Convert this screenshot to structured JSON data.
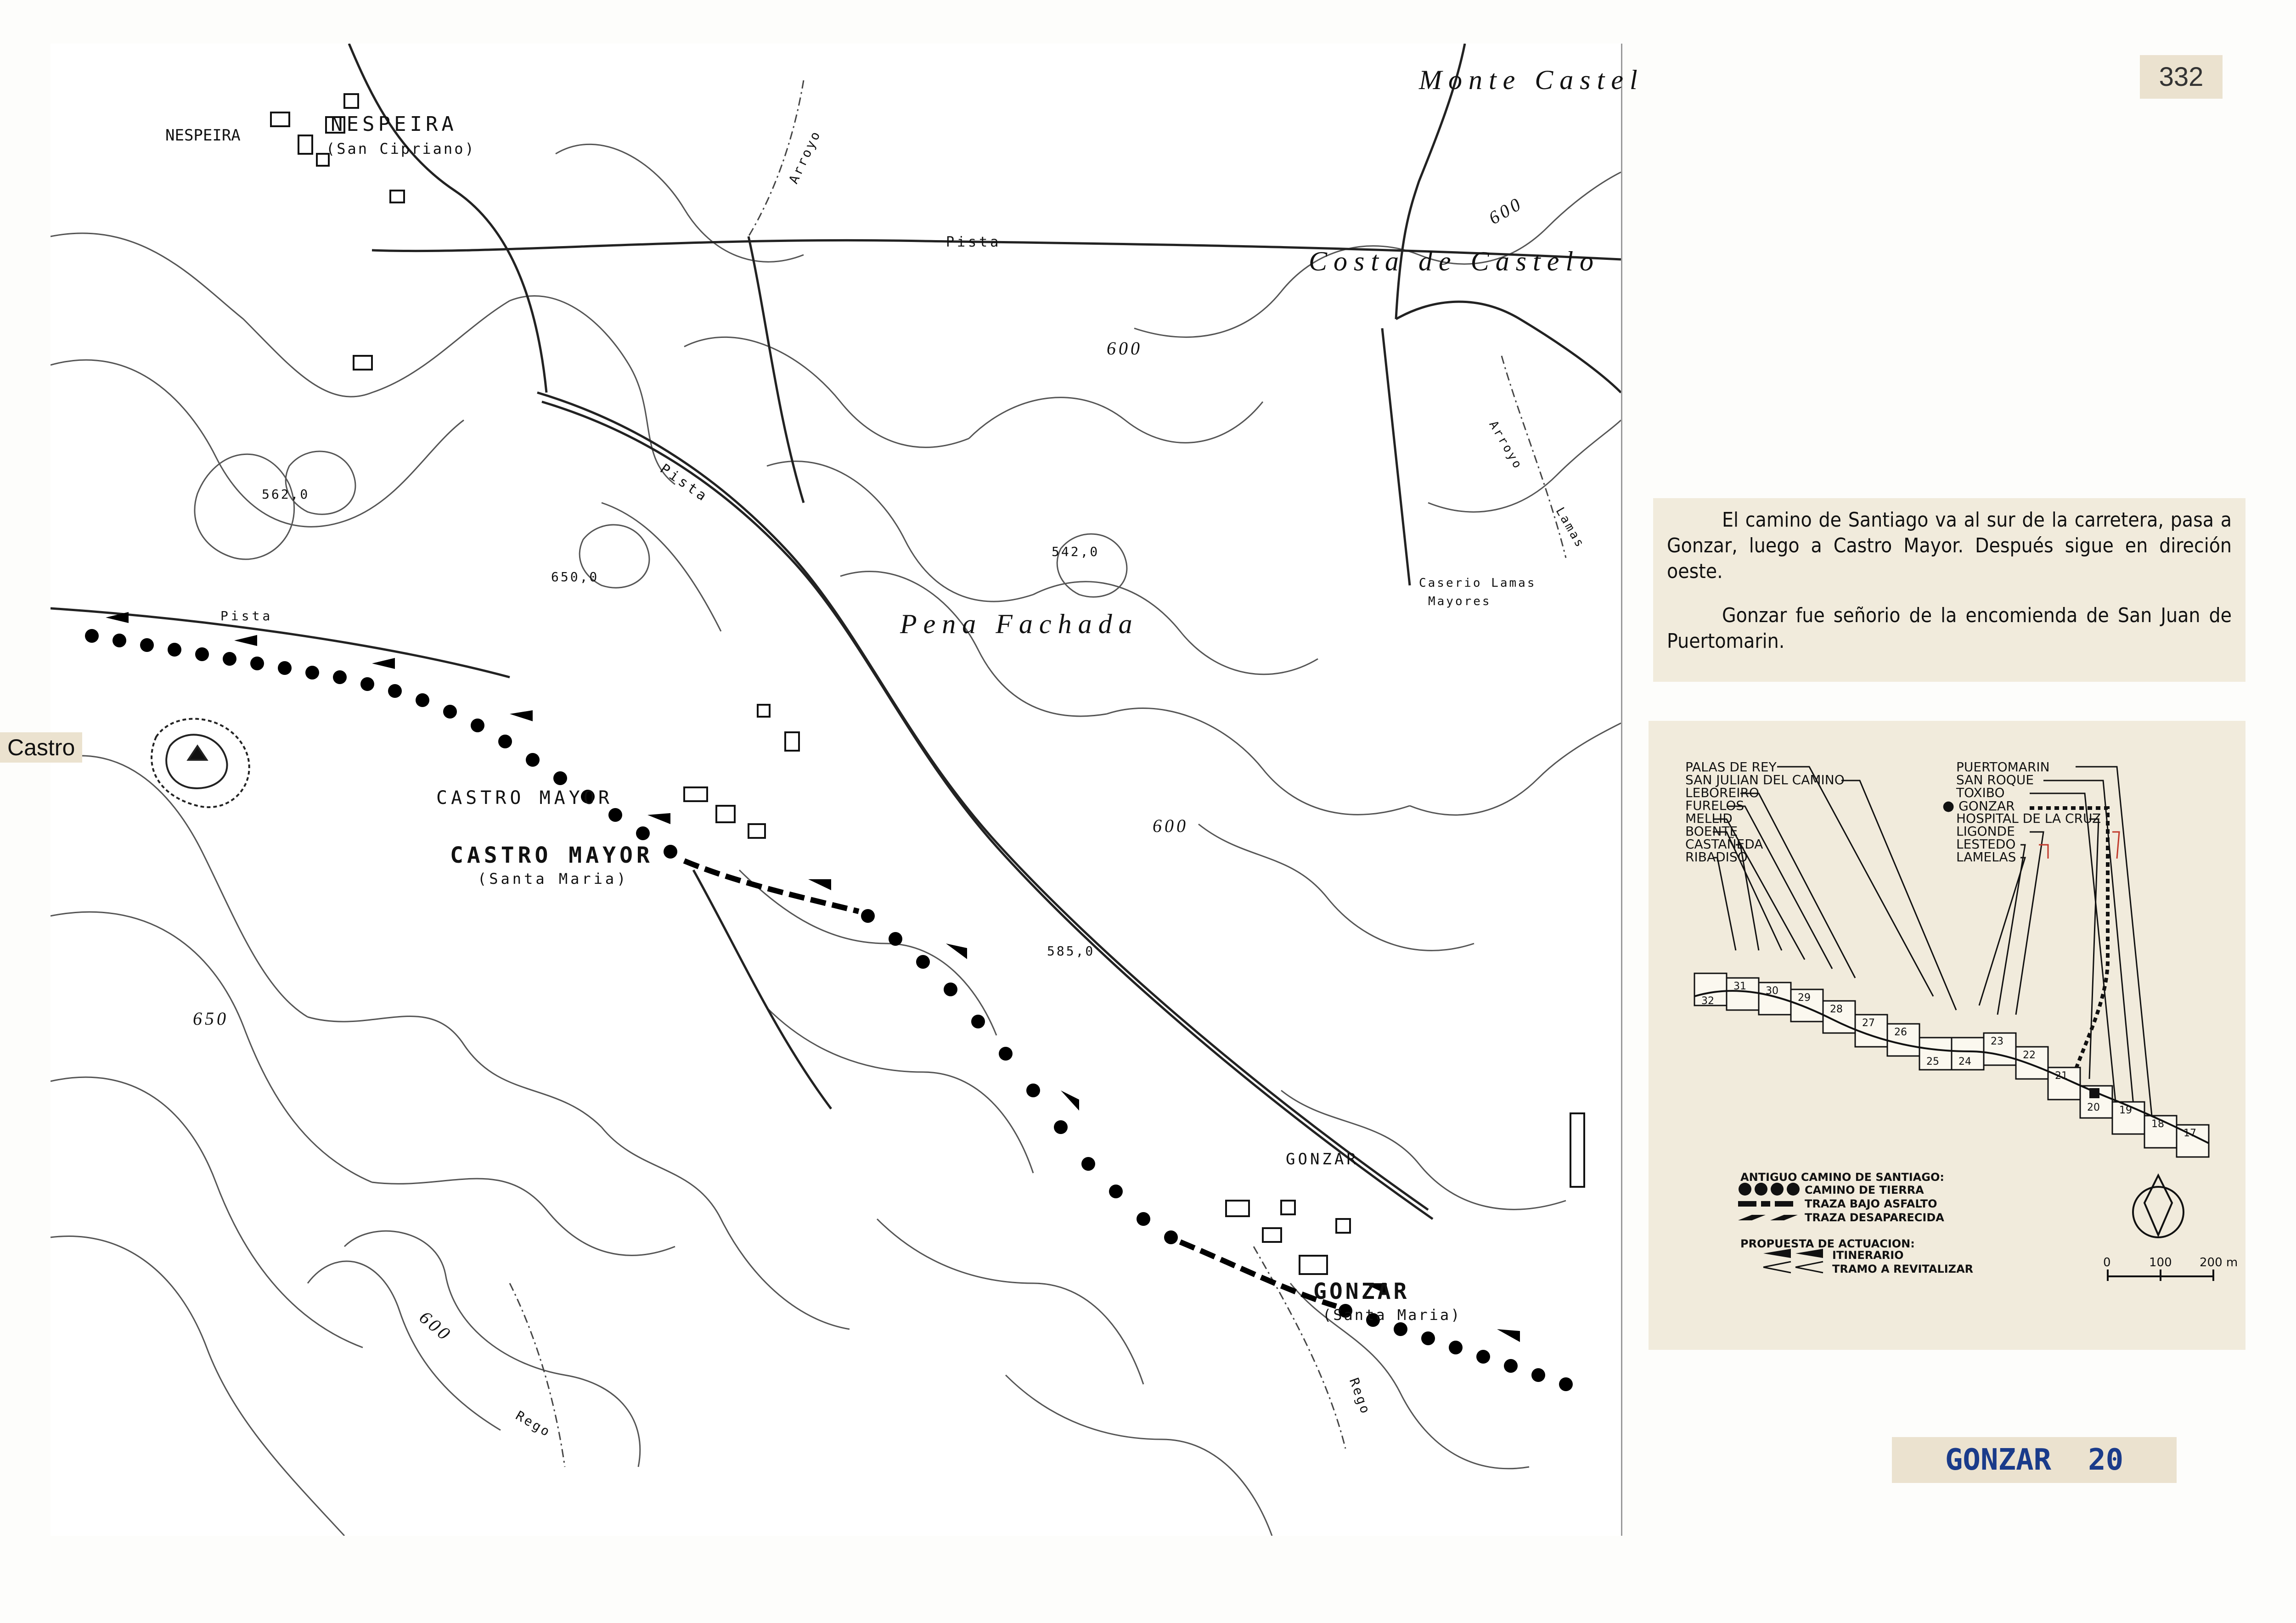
{
  "page_number": "332",
  "map": {
    "places": {
      "nespeira_small": "NESPEIRA",
      "nespeira": "NESPEIRA",
      "nespeira_parish": "(San Cipriano)",
      "monte_castel": "Monte Castel",
      "costa_de_castelo": "Costa de Castelo",
      "pena_fachada": "Pena Fachada",
      "castro": "Castro",
      "castro_mayor_small": "CASTRO MAYOR",
      "castro_mayor": "CASTRO MAYOR",
      "castro_mayor_parish": "(Santa Maria)",
      "gonzar_small": "GONZAR",
      "gonzar": "GONZAR",
      "gonzar_parish": "(Santa Maria)",
      "caserio": "Caserio Lamas",
      "mayores": "Mayores"
    },
    "features": {
      "pista_1": "Pista",
      "pista_2": "Pista",
      "pista_3": "Pista",
      "arroyo_1": "Arroyo",
      "arroyo_2": "Arroyo",
      "lamas": "Lamas",
      "rego_1": "Rego",
      "rego_2": "Rego"
    },
    "elevations": {
      "e600_a": "600",
      "e600_b": "600",
      "e600_c": "600",
      "e600_d": "600",
      "e650": "650",
      "h562": "562,0",
      "h650": "650,0",
      "h542": "542,0",
      "h585": "585,0"
    }
  },
  "description": {
    "paragraph_1": "El camino de Santiago va al sur de la carretera, pasa a Gonzar, luego a Castro Mayor. Después sigue en direción oeste.",
    "paragraph_2": "Gonzar fue señorio de la encomienda de San Juan de Puertomarin."
  },
  "legend": {
    "left_places": [
      "PALAS DE REY",
      "SAN JULIAN DEL CAMINO",
      "LEBOREIRO",
      "FURELOS",
      "MELLID",
      "BOENTE",
      "CASTAÑEDA",
      "RIBADISO"
    ],
    "right_places": [
      "PUERTOMARIN",
      "SAN ROQUE",
      "TOXIBO",
      "GONZAR",
      "HOSPITAL DE LA CRUZ",
      "LIGONDE",
      "LESTEDO",
      "LAMELAS"
    ],
    "current_place": "GONZAR",
    "sheets": [
      "32",
      "31",
      "30",
      "29",
      "28",
      "27",
      "26",
      "25",
      "24",
      "23",
      "22",
      "21",
      "20",
      "19",
      "18",
      "17"
    ],
    "key_title": "ANTIGUO CAMINO DE SANTIAGO:",
    "key_items": [
      "CAMINO DE TIERRA",
      "TRAZA BAJO ASFALTO",
      "TRAZA DESAPARECIDA"
    ],
    "proposal_title": "PROPUESTA DE ACTUACION:",
    "proposal_items": [
      "ITINERARIO",
      "TRAMO A REVITALIZAR"
    ],
    "scale": [
      "0",
      "100",
      "200 m"
    ]
  },
  "sheet_label": {
    "name": "GONZAR",
    "number": "20"
  },
  "colors": {
    "ink": "#111111",
    "panel": "#f1ebdc",
    "sheet_text": "#1a3b8a",
    "accent_red": "#c0392b"
  }
}
